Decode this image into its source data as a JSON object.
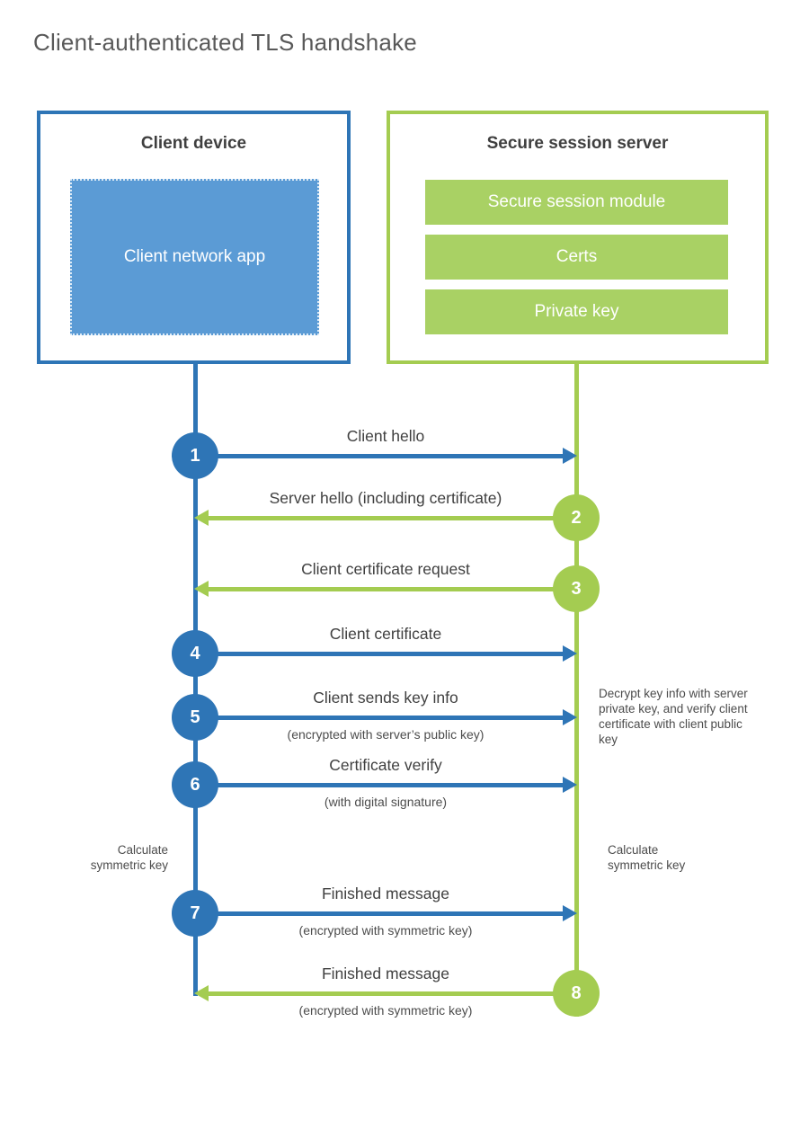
{
  "page": {
    "title": "Client-authenticated TLS handshake"
  },
  "colors": {
    "blue_line": "#2e75b6",
    "blue_fill": "#5b9bd5",
    "green_line": "#a4cc51",
    "green_fill": "#a9d164",
    "title_gray": "#595959",
    "label_dark": "#3f3f3f"
  },
  "client_box": {
    "title": "Client device",
    "app_label": "Client network app"
  },
  "server_box": {
    "title": "Secure session server",
    "modules": [
      "Secure session module",
      "Certs",
      "Private key"
    ]
  },
  "messages": [
    {
      "num": "1",
      "direction": "client-to-server",
      "label": "Client hello",
      "sub": ""
    },
    {
      "num": "2",
      "direction": "server-to-client",
      "label": "Server hello (including certificate)",
      "sub": ""
    },
    {
      "num": "3",
      "direction": "server-to-client",
      "label": "Client certificate request",
      "sub": ""
    },
    {
      "num": "4",
      "direction": "client-to-server",
      "label": "Client certificate",
      "sub": ""
    },
    {
      "num": "5",
      "direction": "client-to-server",
      "label": "Client sends key info",
      "sub": "(encrypted with server’s public key)"
    },
    {
      "num": "6",
      "direction": "client-to-server",
      "label": "Certificate verify",
      "sub": "(with digital signature)"
    },
    {
      "num": "7",
      "direction": "client-to-server",
      "label": "Finished message",
      "sub": "(encrypted with symmetric key)"
    },
    {
      "num": "8",
      "direction": "server-to-client",
      "label": "Finished message",
      "sub": "(encrypted with symmetric key)"
    }
  ],
  "notes": {
    "decrypt": "Decrypt key info with server private key, and verify client certificate with client public key",
    "calc_left": "Calculate symmetric key",
    "calc_right": "Calculate symmetric key"
  }
}
